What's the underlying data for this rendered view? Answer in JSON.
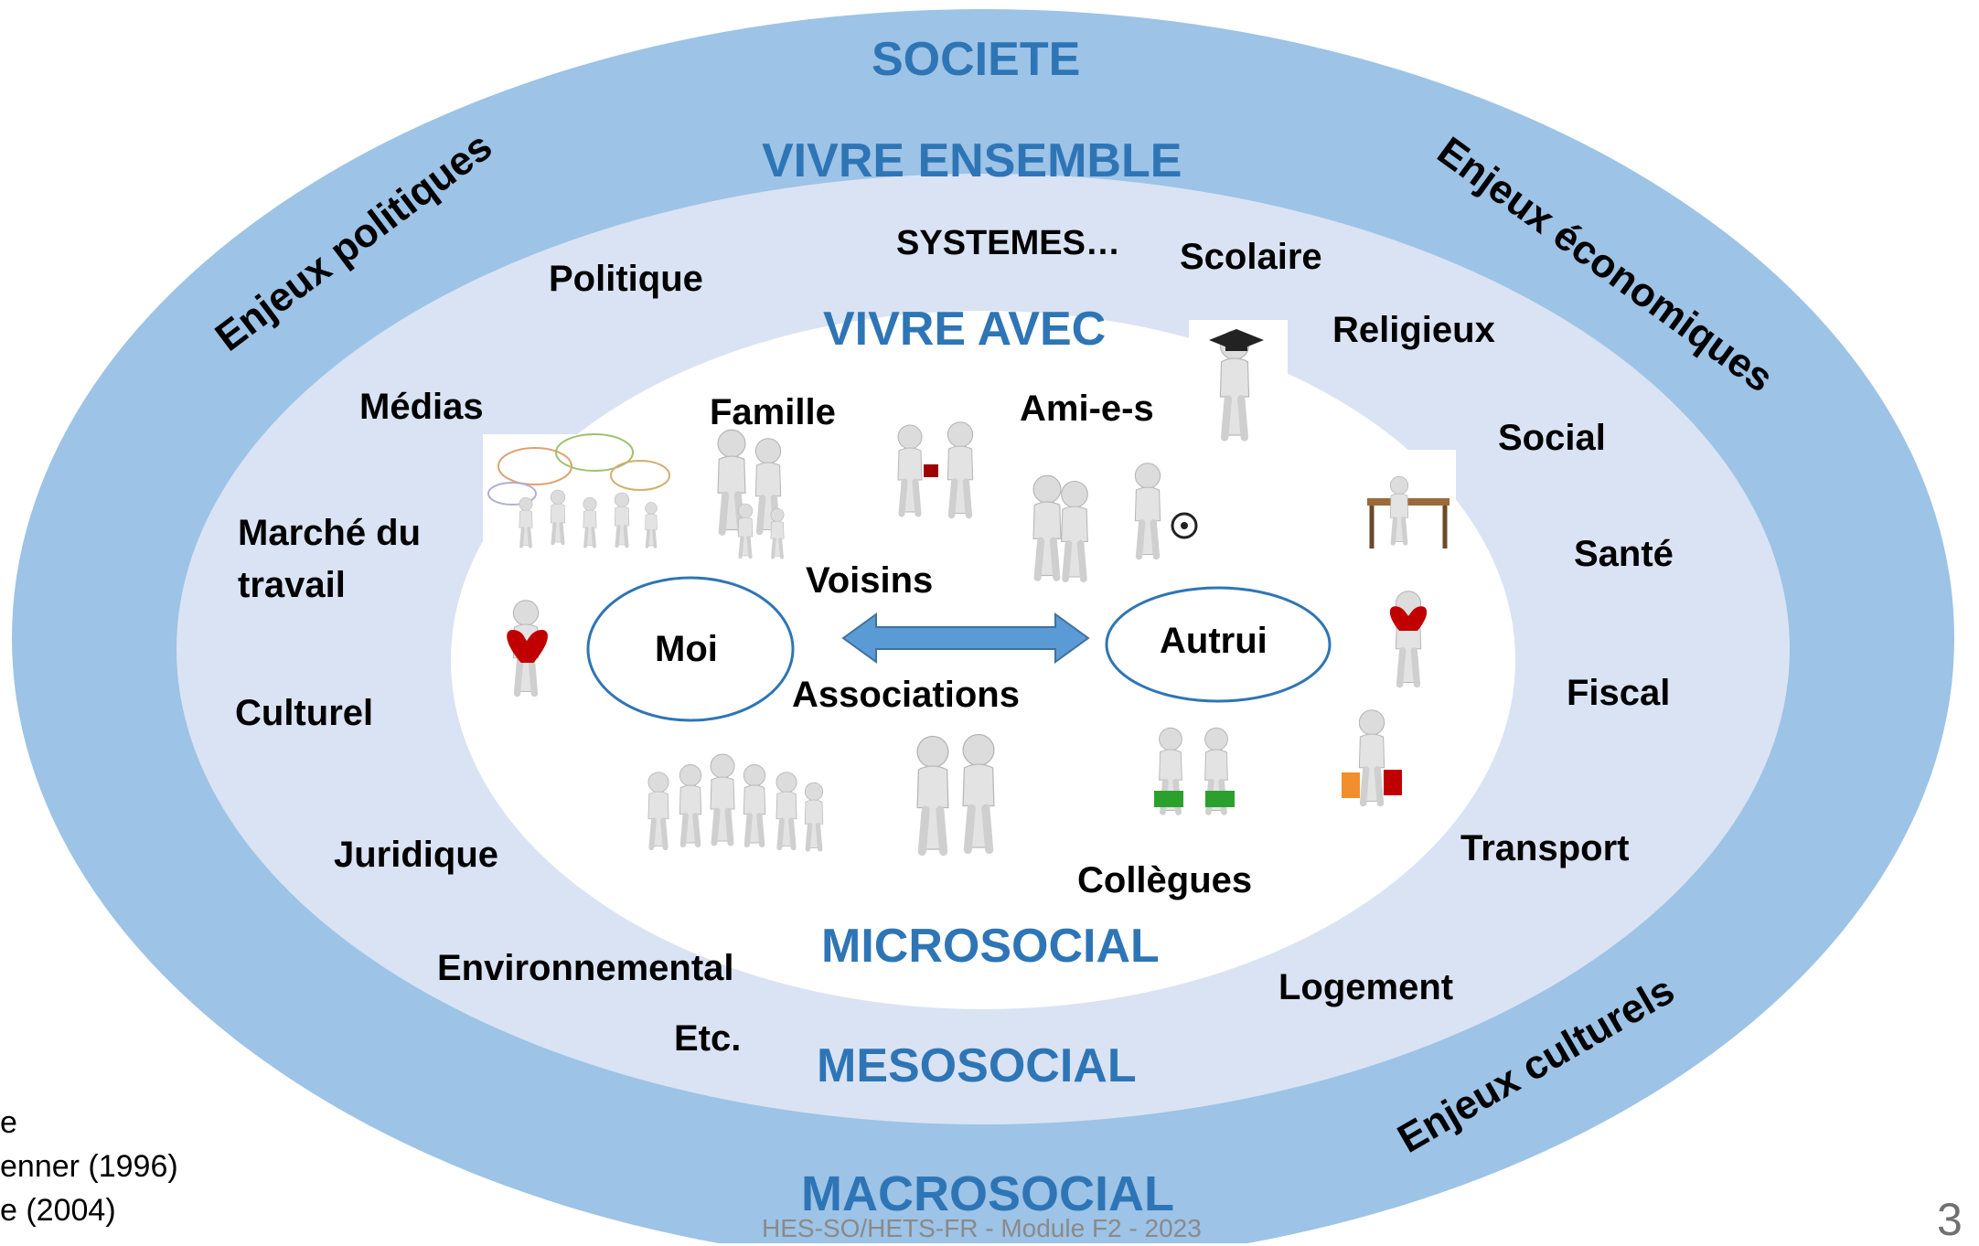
{
  "colors": {
    "outer_ring": "#9dc3e6",
    "middle_ring": "#dae3f3",
    "inner_core": "#ffffff",
    "level_text": "#2e75b6",
    "arrow": "#5b9bd5",
    "figure": "#d9d9d9",
    "accent_red": "#c00000",
    "accent_green": "#2ca02c",
    "accent_orange": "#f28e2b"
  },
  "levels": {
    "societe": "SOCIETE",
    "vivre_ensemble": "VIVRE ENSEMBLE",
    "vivre_avec": "VIVRE AVEC",
    "microsocial": "MICROSOCIAL",
    "mesosocial": "MESOSOCIAL",
    "macrosocial": "MACROSOCIAL"
  },
  "enjeux": {
    "politiques": "Enjeux politiques",
    "economiques": "Enjeux économiques",
    "culturels": "Enjeux culturels"
  },
  "systems": {
    "header": "SYSTEMES…",
    "items": [
      "Politique",
      "Scolaire",
      "Religieux",
      "Médias",
      "Social",
      "Marché du",
      "travail",
      "Santé",
      "Culturel",
      "Fiscal",
      "Juridique",
      "Transport",
      "Environnemental",
      "Logement",
      "Etc."
    ]
  },
  "micro": {
    "famille": "Famille",
    "amis": "Ami-e-s",
    "voisins": "Voisins",
    "associations": "Associations",
    "collegues": "Collègues",
    "moi": "Moi",
    "autrui": "Autrui"
  },
  "side_text": [
    "e",
    "enner (1996)",
    "e (2004)"
  ],
  "footer": "HES-SO/HETS-FR - Module F2 - 2023",
  "page_number": "3",
  "icons": [
    "group-talk-icon",
    "family-icon",
    "gift-exchange-icon",
    "graduate-icon",
    "hug-icon",
    "football-icon",
    "desk-worker-icon",
    "heart-holder-icon",
    "team-icon",
    "high-five-icon",
    "handshake-icon",
    "shopping-icon"
  ]
}
